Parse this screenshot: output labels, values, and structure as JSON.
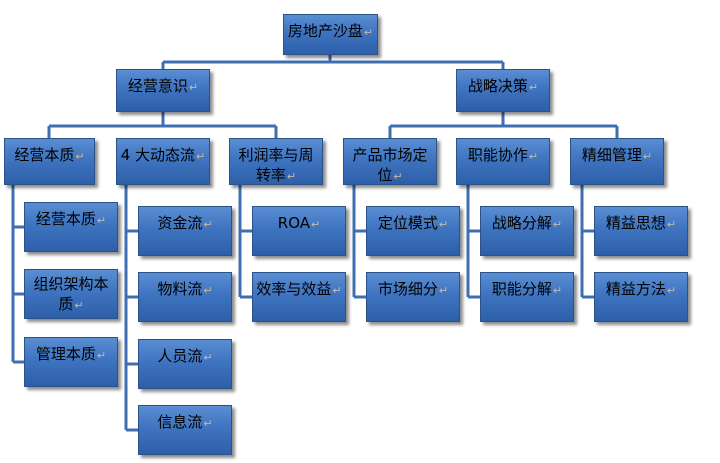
{
  "nodes": {
    "root": "房地产沙盘",
    "jingying": "经营意识",
    "zhanlue": "战略决策",
    "benzhi": "经营本质",
    "dongtai": "4 大动态流",
    "lirun": "利润率与周转率",
    "chanpin": "产品市场定位",
    "zhineng": "职能协作",
    "jingxi": "精细管理",
    "benzhi1": "经营本质",
    "benzhi2": "组织架构本质",
    "benzhi3": "管理本质",
    "zijin": "资金流",
    "wuliao": "物料流",
    "renyuan": "人员流",
    "xinxi": "信息流",
    "roa": "ROA",
    "xiaolv": "效率与效益",
    "dingwei": "定位模式",
    "shichang": "市场细分",
    "zlfj": "战略分解",
    "znfj": "职能分解",
    "sixiang": "精益思想",
    "fangfa": "精益方法"
  },
  "colors": {
    "box_top": "#5a8ed3",
    "box_bottom": "#2e5fa9",
    "connector": "#3f6fb0",
    "paragraph_mark": "#c7b9a4"
  },
  "paragraph_mark_glyph": "↵"
}
